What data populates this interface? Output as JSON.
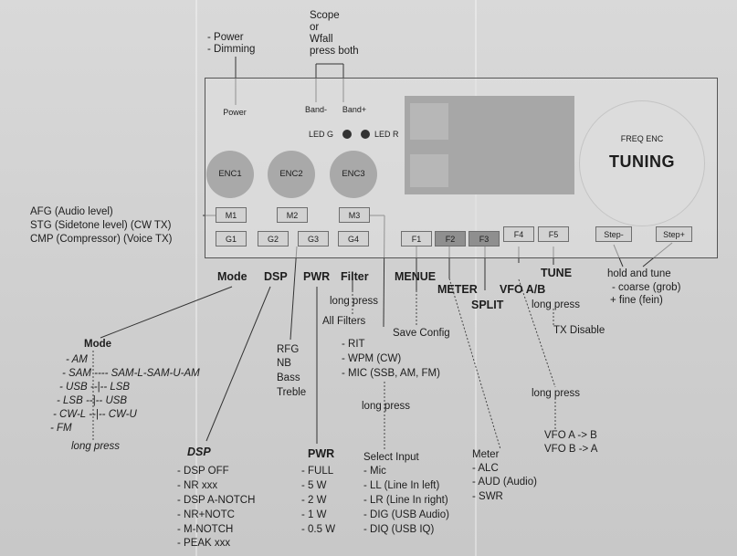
{
  "top_labels": {
    "power_notes": [
      "- Power",
      "- Dimming"
    ],
    "scope_notes": [
      "Scope",
      "or",
      "Wfall",
      "press both"
    ]
  },
  "panel": {
    "buttons_top": [
      "Power",
      "Band-",
      "Band+"
    ],
    "led_g": "LED G",
    "led_r": "LED R",
    "encoders": [
      "ENC1",
      "ENC2",
      "ENC3"
    ],
    "m_buttons": [
      "M1",
      "M2",
      "M3"
    ],
    "g_buttons": [
      "G1",
      "G2",
      "G3",
      "G4"
    ],
    "f_buttons": [
      "F1",
      "F2",
      "F3",
      "F4",
      "F5"
    ],
    "step_buttons": [
      "Step-",
      "Step+"
    ],
    "freq_enc": "FREQ ENC",
    "tuning": "TUNING"
  },
  "left_labels": [
    "AFG (Audio level)",
    "STG (Sidetone level) (CW TX)",
    "CMP (Compressor) (Voice TX)"
  ],
  "function_titles": {
    "mode": "Mode",
    "dsp": "DSP",
    "pwr": "PWR",
    "filter": "Filter",
    "menue": "MENUE",
    "meter": "METER",
    "split": "SPLIT",
    "vfo": "VFO A/B",
    "tune": "TUNE"
  },
  "step_note": [
    "hold and tune",
    "- coarse (grob)",
    "+ fine (fein)"
  ],
  "filter_notes": {
    "long_press": "long press",
    "all_filters": "All Filters"
  },
  "menue_note": "Save Config",
  "vfo_notes": {
    "long_press": "long press",
    "tx_disable": "TX Disable"
  },
  "g2_notes": [
    "RFG",
    "NB",
    "Bass",
    "Treble"
  ],
  "m3_notes": {
    "items": [
      "- RIT",
      "- WPM (CW)",
      "- MIC (SSB, AM, FM)"
    ],
    "long_press": "long press"
  },
  "mode_block": {
    "title": "Mode",
    "items": [
      "- AM",
      "- SAM ---- SAM-L-SAM-U-AM",
      "- USB --|-- LSB",
      "- LSB --|-- USB",
      "- CW-L --|-- CW-U",
      "- FM"
    ],
    "long_press": "long press"
  },
  "dsp_block": {
    "title": "DSP",
    "items": [
      "- DSP OFF",
      "- NR xxx",
      "- DSP A-NOTCH",
      "- NR+NOTC",
      "- M-NOTCH",
      "- PEAK xxx"
    ]
  },
  "pwr_block": {
    "title": "PWR",
    "items": [
      "- FULL",
      "- 5 W",
      "- 2 W",
      "- 1 W",
      "- 0.5 W"
    ]
  },
  "input_block": {
    "title": "Select Input",
    "items": [
      "- Mic",
      "- LL (Line In left)",
      "- LR (Line In right)",
      "- DIG (USB Audio)",
      "- DIQ (USB IQ)"
    ]
  },
  "meter_block": {
    "title": "Meter",
    "items": [
      "- ALC",
      "- AUD (Audio)",
      "- SWR"
    ]
  },
  "vfo_block": {
    "long_press": "long press",
    "items": [
      "VFO A -> B",
      "VFO B -> A"
    ]
  }
}
